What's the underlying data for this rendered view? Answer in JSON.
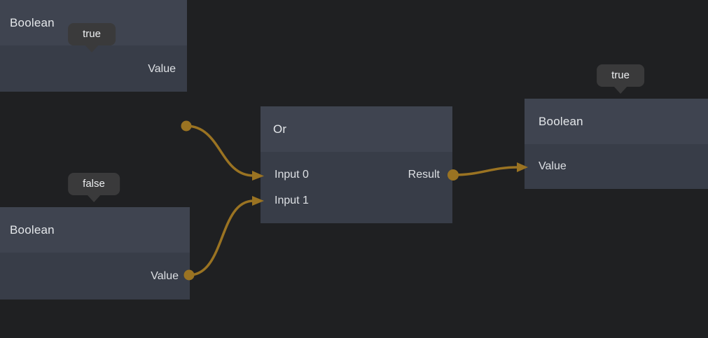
{
  "colors": {
    "background": "#1f2022",
    "node_header": "#3f4450",
    "node_body": "#383d48",
    "tooltip_background": "#3a3a3b",
    "wire": "#9a7322",
    "text": "#e4e7ea"
  },
  "nodes": [
    {
      "id": "boolean-top-left",
      "title": "Boolean",
      "tooltip": "true",
      "ports": [
        {
          "name": "Value",
          "direction": "output"
        }
      ]
    },
    {
      "id": "boolean-bottom-left",
      "title": "Boolean",
      "tooltip": "false",
      "ports": [
        {
          "name": "Value",
          "direction": "output"
        }
      ]
    },
    {
      "id": "or",
      "title": "Or",
      "ports": [
        {
          "name": "Input 0",
          "direction": "input"
        },
        {
          "name": "Input 1",
          "direction": "input"
        },
        {
          "name": "Result",
          "direction": "output"
        }
      ]
    },
    {
      "id": "boolean-right",
      "title": "Boolean",
      "tooltip": "true",
      "ports": [
        {
          "name": "Value",
          "direction": "input"
        }
      ]
    }
  ],
  "connections": [
    {
      "from": "boolean-top-left.Value",
      "to": "or.Input 0"
    },
    {
      "from": "boolean-bottom-left.Value",
      "to": "or.Input 1"
    },
    {
      "from": "or.Result",
      "to": "boolean-right.Value"
    }
  ]
}
